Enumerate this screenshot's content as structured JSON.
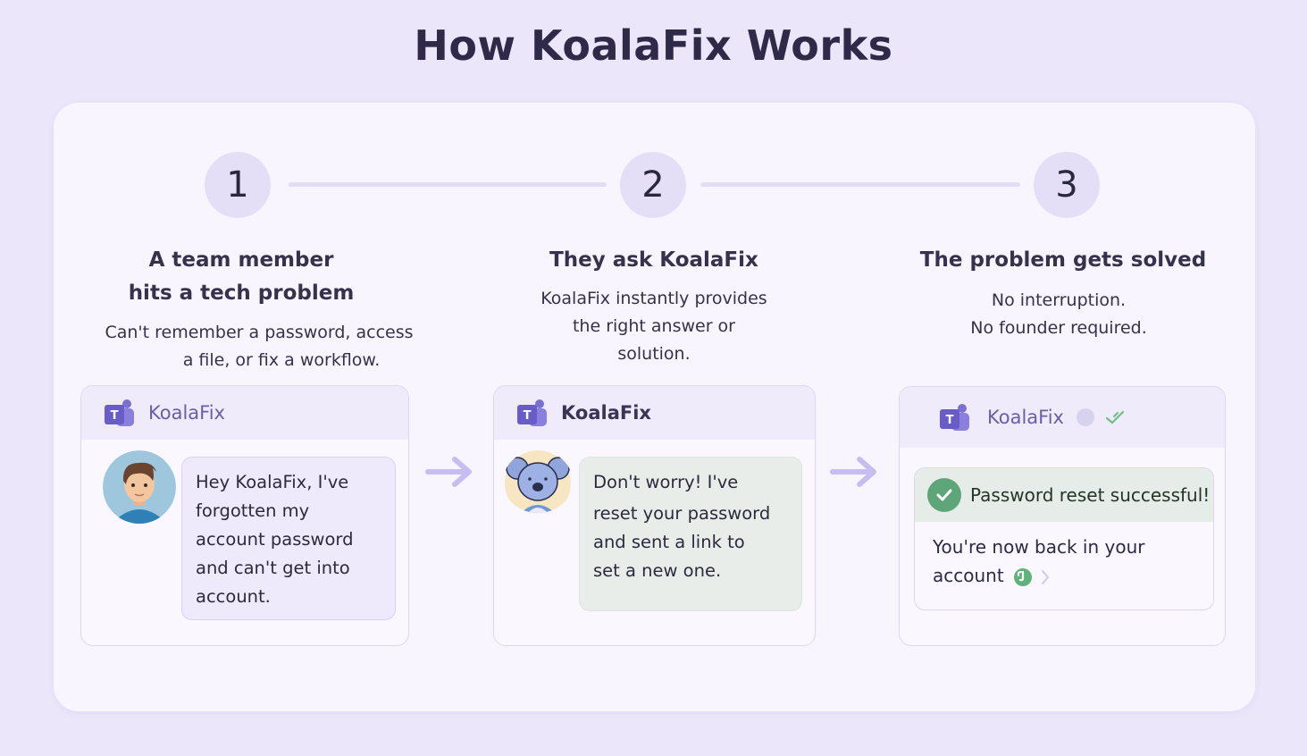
{
  "page": {
    "title": "How KoalaFix Works"
  },
  "colors": {
    "background": "#ece6fb",
    "card": "#f8f5fe",
    "step_circle": "#e4dff7",
    "accent_purple": "#6b5fa3",
    "success_green": "#5fa57a",
    "arrow": "#c7bdf0"
  },
  "steps": [
    {
      "number": "1",
      "title_line1": "A team member",
      "title_line2": "hits a tech problem",
      "desc_line1": "Can't remember a password, access",
      "desc_line2": "a file, or fix a workflow."
    },
    {
      "number": "2",
      "title_line1": "They ask KoalaFix",
      "desc_line1": "KoalaFix instantly provides",
      "desc_line2": "the right answer or",
      "desc_line3": "solution."
    },
    {
      "number": "3",
      "title_line1": "The problem gets solved",
      "desc_line1": "No interruption.",
      "desc_line2": "No founder required."
    }
  ],
  "chats": [
    {
      "app_icon": "teams-icon",
      "name": "KoalaFix",
      "avatar": "user-avatar",
      "message_lines": [
        "Hey KoalaFix, I've",
        "forgotten my",
        "account password",
        "and can't get into",
        "account."
      ]
    },
    {
      "app_icon": "teams-icon",
      "name": "KoalaFix",
      "avatar": "koala-avatar",
      "message_lines": [
        "Don't worry! I've",
        "reset your password",
        "and sent a link to",
        "set a new one."
      ]
    },
    {
      "app_icon": "teams-icon",
      "name": "KoalaFix",
      "status_icons": [
        "status-dot",
        "double-check-icon"
      ],
      "success_title": "Password reset successful!",
      "success_body_line1": "You're now back in your",
      "success_body_line2": "account"
    }
  ]
}
